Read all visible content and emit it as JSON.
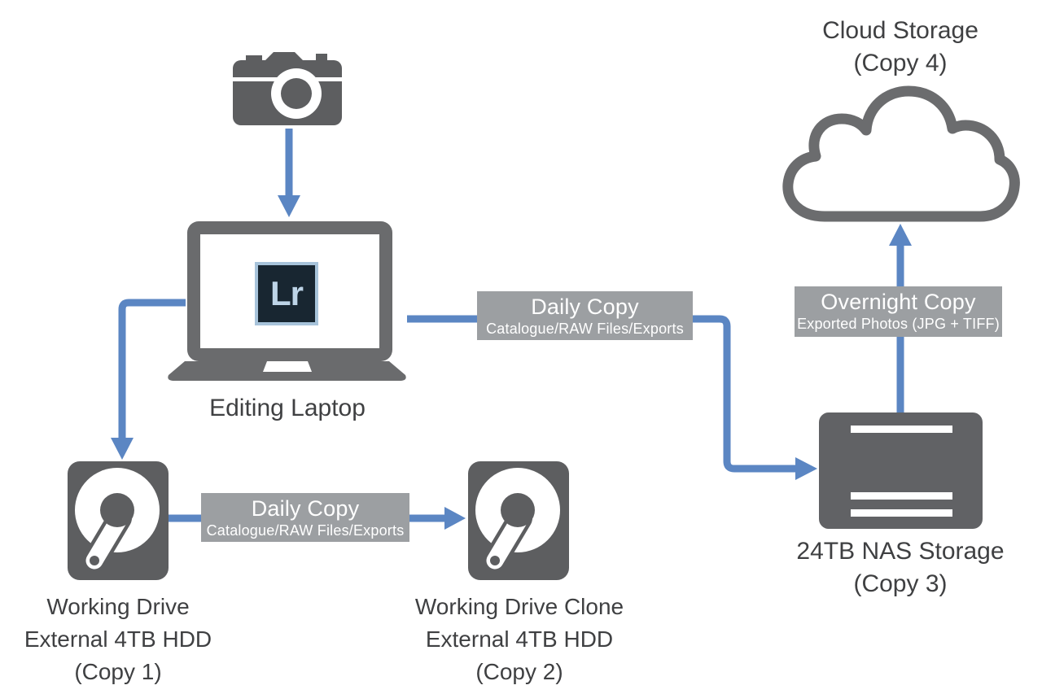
{
  "colors": {
    "arrow_blue": "#5b86c3",
    "icon_gray_dark": "#5d5e60",
    "icon_gray_laptop": "#6a6b6d",
    "icon_gray_nas": "#616265",
    "cloud_stroke": "#6b6c6e",
    "label_bg": "#9c9fa2",
    "label_text": "#ffffff",
    "caption_text": "#3f4042",
    "lightroom_bg": "#182631",
    "lightroom_accent": "#b5cfe4"
  },
  "nodes": {
    "laptop": {
      "caption": "Editing Laptop",
      "badge": "Lr"
    },
    "working_drive": {
      "lines": [
        "Working Drive",
        "External 4TB HDD",
        "(Copy 1)"
      ]
    },
    "working_drive_clone": {
      "lines": [
        "Working Drive Clone",
        "External 4TB HDD",
        "(Copy 2)"
      ]
    },
    "nas": {
      "lines": [
        "24TB NAS Storage",
        "(Copy 3)"
      ]
    },
    "cloud": {
      "lines": [
        "Cloud Storage",
        "(Copy 4)"
      ]
    }
  },
  "edges": {
    "laptop_to_nas": {
      "title": "Daily Copy",
      "subtitle": "Catalogue/RAW Files/Exports"
    },
    "drive_to_clone": {
      "title": "Daily Copy",
      "subtitle": "Catalogue/RAW Files/Exports"
    },
    "nas_to_cloud": {
      "title": "Overnight Copy",
      "subtitle": "Exported Photos (JPG + TIFF)"
    }
  }
}
